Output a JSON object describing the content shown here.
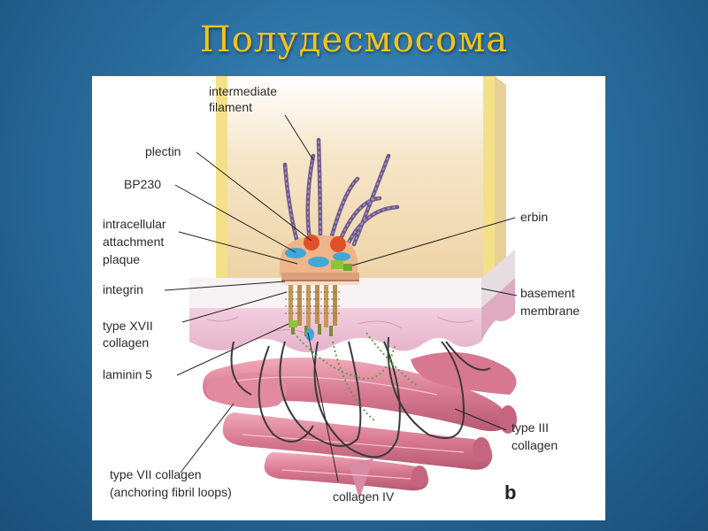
{
  "title": "Полудесмосома",
  "panel_letter": "b",
  "labels": {
    "intermediate_filament_1": "intermediate",
    "intermediate_filament_2": "filament",
    "plectin": "plectin",
    "bp230": "BP230",
    "plaque_1": "intracellular",
    "plaque_2": "attachment",
    "plaque_3": "plaque",
    "integrin": "integrin",
    "collagen17_1": "type XVII",
    "collagen17_2": "collagen",
    "laminin5": "laminin 5",
    "collagen7_1": "type VII collagen",
    "collagen7_2": "(anchoring fibril loops)",
    "collagen4": "collagen IV",
    "erbin": "erbin",
    "basement_1": "basement",
    "basement_2": "membrane",
    "collagen3_1": "type III",
    "collagen3_2": "collagen"
  },
  "colors": {
    "title": "#f4c21a",
    "cytoplasm": "#f1dcb4",
    "cell_membrane": "#f4e089",
    "basement_membrane": "#ecc4d6",
    "collagen_fibers": "#d97a92",
    "filament": "#6e5a8a",
    "plectin": "#e0502a",
    "bp230": "#3fa8d8",
    "erbin": "#8fc33a"
  }
}
